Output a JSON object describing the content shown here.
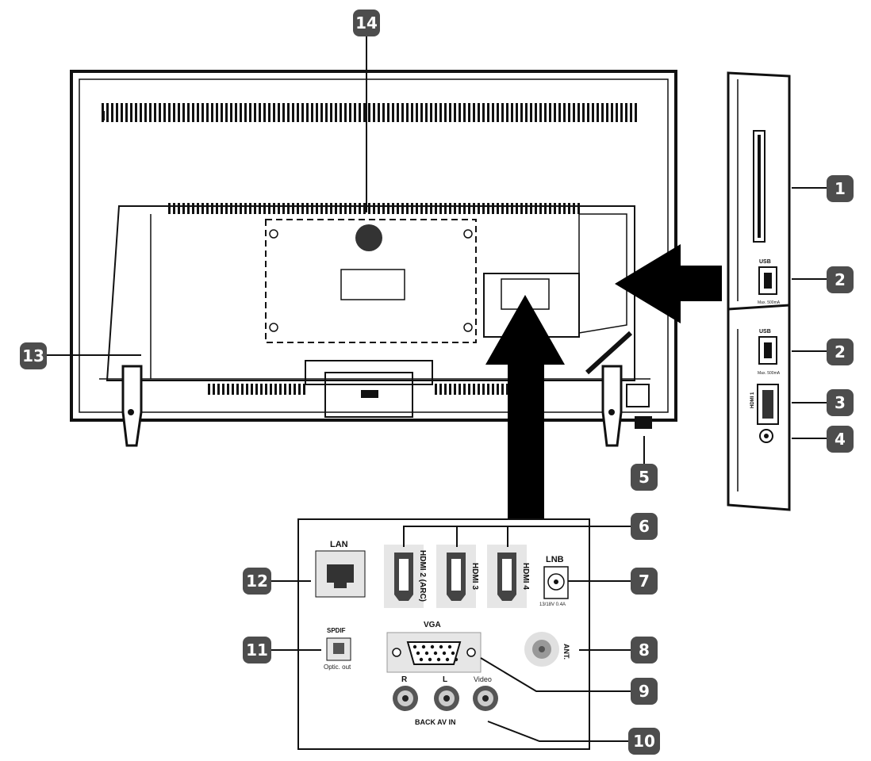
{
  "callouts": {
    "c1": "1",
    "c2a": "2",
    "c2b": "2",
    "c3": "3",
    "c4": "4",
    "c5": "5",
    "c6": "6",
    "c7": "7",
    "c8": "8",
    "c9": "9",
    "c10": "10",
    "c11": "11",
    "c12": "12",
    "c13": "13",
    "c14": "14"
  },
  "side_panel": {
    "usb_top": "USB",
    "usb_top_note": "Max. 500mA",
    "usb_bottom": "USB",
    "usb_bottom_note": "Max. 500mA",
    "hdmi1": "HDMI 1"
  },
  "rear_panel": {
    "lan": "LAN",
    "hdmi2": "HDMI 2 (ARC)",
    "hdmi3": "HDMI 3",
    "hdmi4": "HDMI 4",
    "lnb": "LNB",
    "lnb_note": "13/18V 0.4A",
    "spdif": "SPDIF",
    "spdif_note": "Optic. out",
    "vga": "VGA",
    "ant": "ANT.",
    "r": "R",
    "l": "L",
    "video": "Video",
    "back_av_in": "BACK AV IN"
  },
  "colors": {
    "badge": "#4d4d4d",
    "ink": "#111111",
    "arrow": "#000000",
    "port_fill": "#e6e6e6"
  }
}
